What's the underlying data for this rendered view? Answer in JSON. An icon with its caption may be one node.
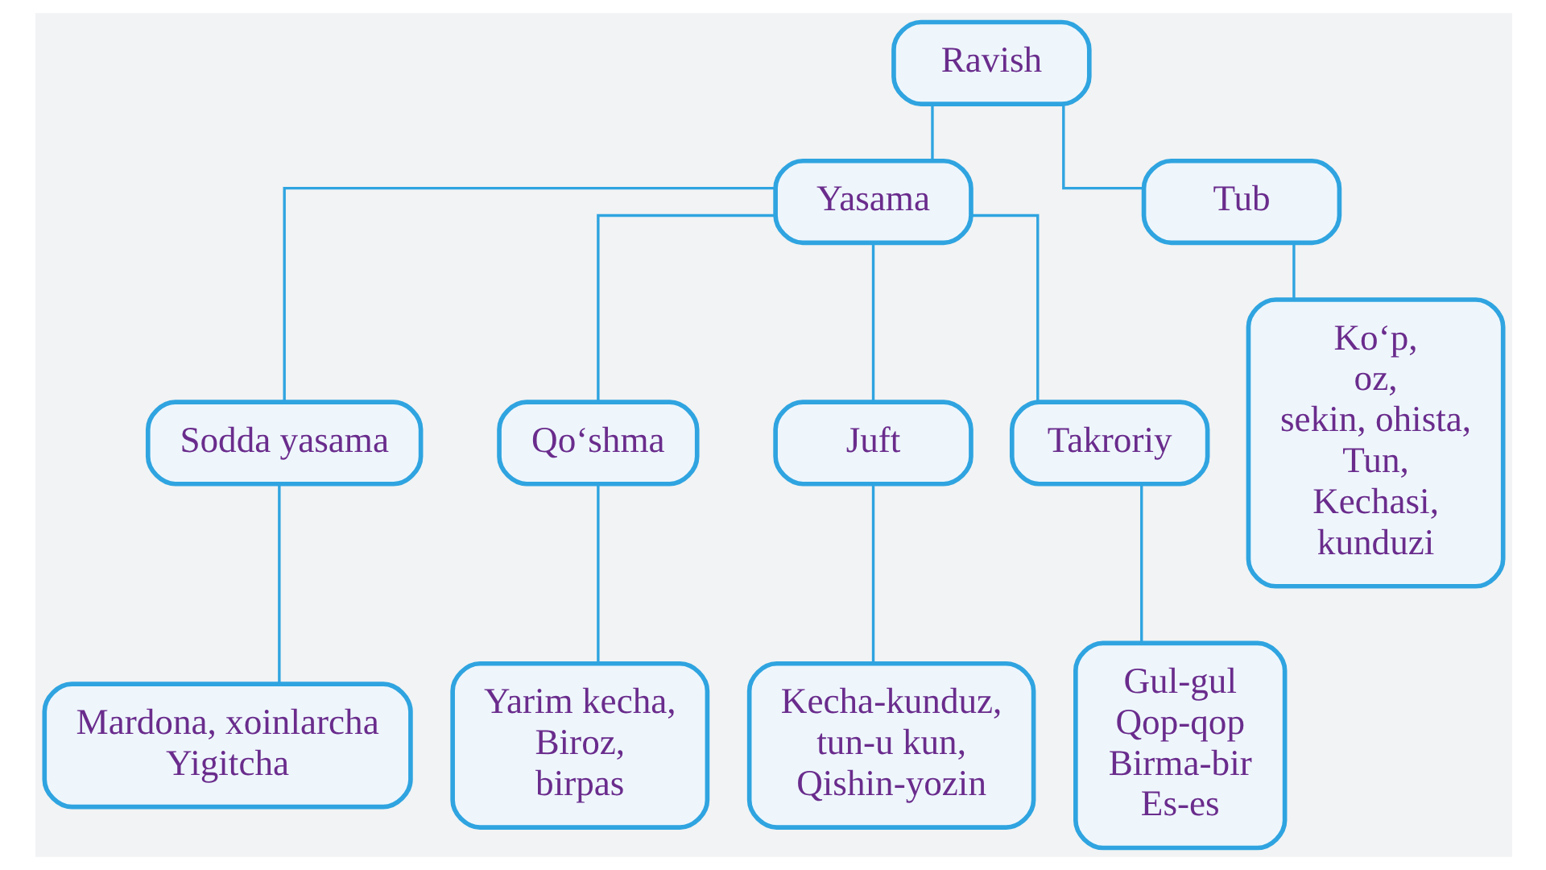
{
  "diagram": {
    "nodes": [
      {
        "text": [
          "Ravish"
        ]
      },
      {
        "text": [
          "Yasama"
        ]
      },
      {
        "text": [
          "Tub"
        ]
      },
      {
        "text": [
          "Sodda yasama"
        ]
      },
      {
        "text": [
          "Qo‘shma"
        ]
      },
      {
        "text": [
          "Juft"
        ]
      },
      {
        "text": [
          "Takroriy"
        ]
      },
      {
        "text": [
          "Ko‘p,",
          "oz,",
          "sekin, ohista,",
          "Tun,",
          "Kechasi,",
          "kunduzi"
        ]
      },
      {
        "text": [
          "Mardona, xoinlarcha",
          "Yigitcha"
        ]
      },
      {
        "text": [
          "Yarim kecha,",
          "Biroz,",
          "birpas"
        ]
      },
      {
        "text": [
          "Kecha-kunduz,",
          "tun-u kun,",
          "Qishin-yozin"
        ]
      },
      {
        "text": [
          "Gul-gul",
          "Qop-qop",
          "Birma-bir",
          "Es-es"
        ]
      }
    ],
    "edges": [
      {
        "from": 0,
        "to": 1,
        "arrow": "none"
      },
      {
        "from": 0,
        "to": 2,
        "arrow": "none"
      },
      {
        "from": 1,
        "to": 3,
        "arrow": "none"
      },
      {
        "from": 1,
        "to": 4,
        "arrow": "none"
      },
      {
        "from": 1,
        "to": 5,
        "arrow": "none"
      },
      {
        "from": 1,
        "to": 6,
        "arrow": "none"
      },
      {
        "from": 2,
        "to": 7,
        "arrow": "none"
      },
      {
        "from": 3,
        "to": 8,
        "arrow": "none"
      },
      {
        "from": 4,
        "to": 9,
        "arrow": "none"
      },
      {
        "from": 5,
        "to": 10,
        "arrow": "none"
      },
      {
        "from": 6,
        "to": 11,
        "arrow": "none"
      }
    ]
  }
}
